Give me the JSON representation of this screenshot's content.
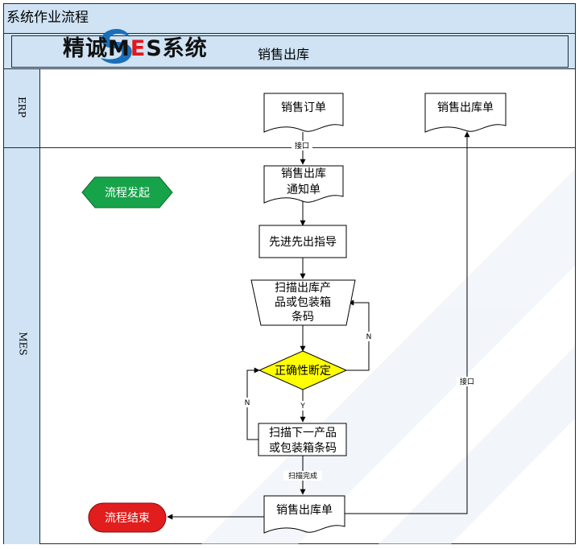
{
  "header": {
    "title": "系统作业流程",
    "logo_text_1": "精诚M",
    "logo_text_e": "E",
    "logo_text_2": "S系统",
    "process_name": "销售出库"
  },
  "lanes": {
    "erp": "ERP",
    "mes": "MES"
  },
  "nodes": {
    "sales_order": "销售订单",
    "sales_outbound_top": "销售出库单",
    "outbound_notice_1": "销售出库",
    "outbound_notice_2": "通知单",
    "start": "流程发起",
    "fifo": "先进先出指导",
    "scan_1": "扫描出库产",
    "scan_2": "品或包装箱",
    "scan_3": "条码",
    "decision": "正确性断定",
    "scan_next_1": "扫描下一产品",
    "scan_next_2": "或包装箱条码",
    "outbound_bottom": "销售出库单",
    "end": "流程结束"
  },
  "edges": {
    "interface_top": "接口",
    "interface_right": "接口",
    "no_right": "N",
    "no_left": "N",
    "yes": "Y",
    "scan_done": "扫描完成"
  },
  "colors": {
    "lane_fill": "#cfe3f4",
    "start_fill": "#17a34a",
    "decision_fill": "#ffff00",
    "end_fill": "#e11d1d",
    "logo_blue": "#1a6fb8",
    "logo_accent": "#e0181c"
  }
}
